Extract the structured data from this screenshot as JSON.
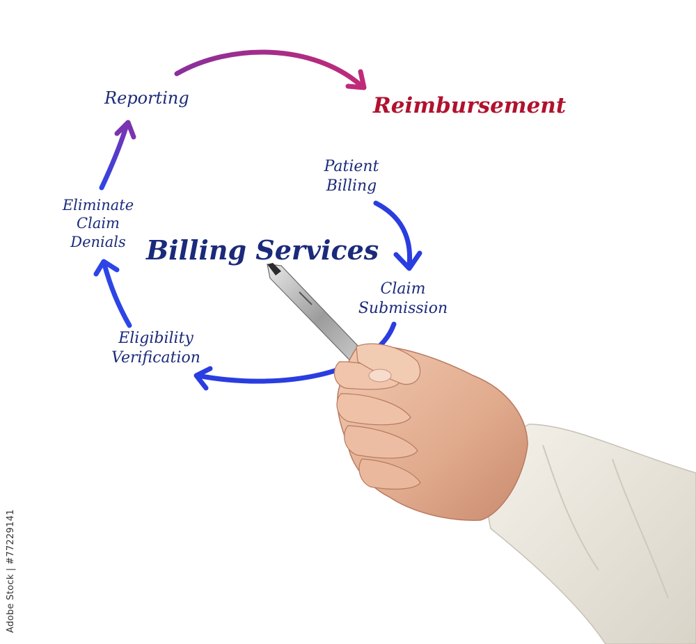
{
  "diagram": {
    "title": "Billing Services",
    "outcome": "Reimbursement",
    "steps": {
      "reporting": "Reporting",
      "patient_billing": "Patient\nBilling",
      "eliminate_claim_denials": "Eliminate\nClaim\nDenials",
      "claim_submission": "Claim\nSubmission",
      "eligibility_verification": "Eligibility\nVerification"
    },
    "colors": {
      "text": "#1b2a7a",
      "outcome_text": "#b0122e",
      "arrow_blue": "#2a3de0",
      "arrow_purple": "#6a36b8",
      "arrow_magenta": "#b02a82"
    }
  },
  "credit": "Adobe Stock | #77229141"
}
